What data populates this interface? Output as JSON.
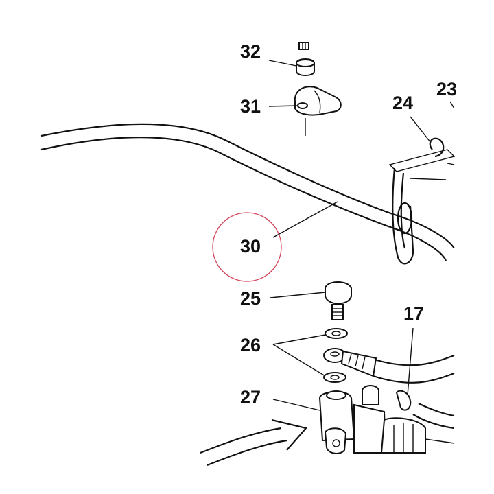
{
  "diagram": {
    "colors": {
      "ink": "#111111",
      "highlight": "#d2455a",
      "background": "#ffffff"
    },
    "callouts": [
      {
        "id": "c32",
        "text": "32"
      },
      {
        "id": "c31",
        "text": "31"
      },
      {
        "id": "c24",
        "text": "24"
      },
      {
        "id": "c23",
        "text": "23"
      },
      {
        "id": "c30",
        "text": "30",
        "highlighted": true
      },
      {
        "id": "c25",
        "text": "25"
      },
      {
        "id": "c26",
        "text": "26"
      },
      {
        "id": "c17",
        "text": "17"
      },
      {
        "id": "c27",
        "text": "27"
      }
    ]
  }
}
